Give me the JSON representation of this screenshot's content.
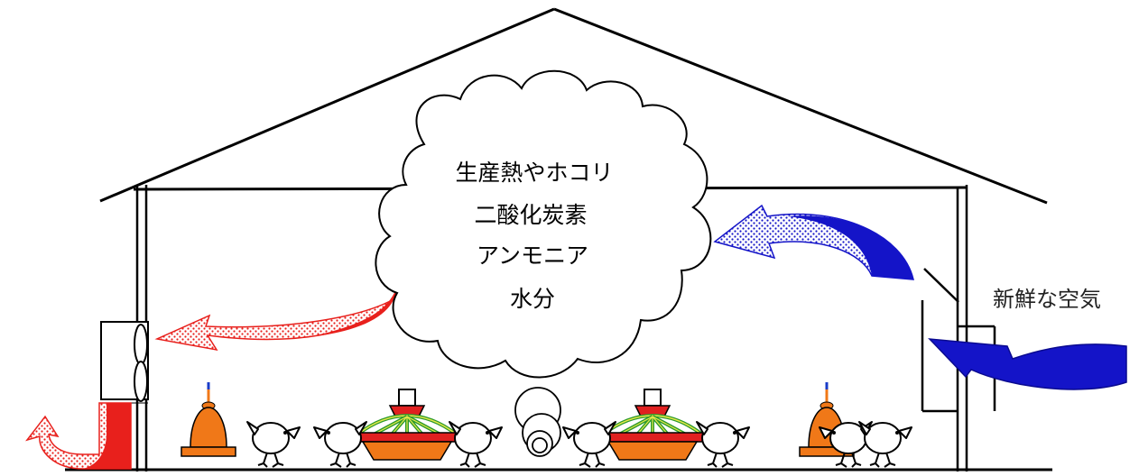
{
  "cloud": {
    "lines": [
      "生産熱やホコリ",
      "二酸化炭素",
      "アンモニア",
      "水分"
    ]
  },
  "fresh_air_label": "新鮮な空気",
  "colors": {
    "exhaust": "#e8201c",
    "fresh_air": "#1414c8",
    "feeder": "#f07818",
    "waterer": "#f07818",
    "pan_rim": "#e02020",
    "pan_grill": "#2a9a2a",
    "outline": "#000000"
  },
  "icons": {
    "exhaust_fan": "fan-icon",
    "bell_drinker": "bell-drinker-icon",
    "pan_feeder": "pan-feeder-icon",
    "chick": "chick-icon"
  }
}
